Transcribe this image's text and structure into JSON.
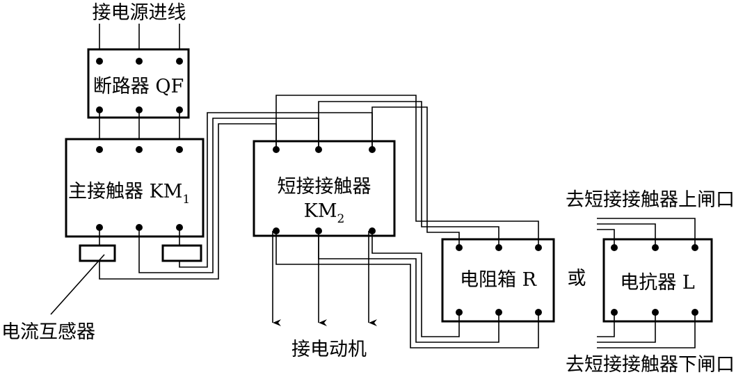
{
  "labels": {
    "power_in": "接电源进线",
    "breaker": "断路器 QF",
    "main_contactor": "主接触器 KM",
    "main_contactor_sub": "1",
    "short_contactor_line1": "短接接触器",
    "short_contactor_line2": "KM",
    "short_contactor_sub": "2",
    "current_transformer": "电流互感器",
    "to_motor": "接电动机",
    "resistor_box": "电阻箱 R",
    "or": "或",
    "reactor": "电抗器 L",
    "upper_gate": "去短接接触器上闸口",
    "lower_gate": "去短接接触器下闸口"
  }
}
